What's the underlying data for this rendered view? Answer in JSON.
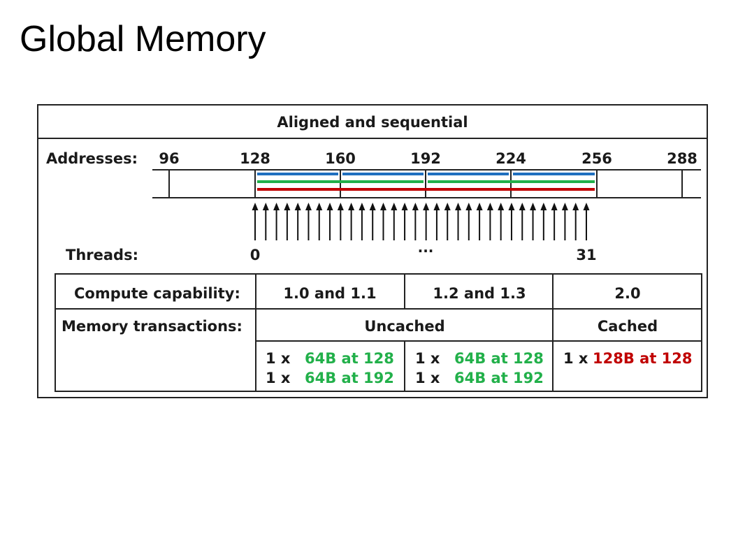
{
  "slide": {
    "title": "Global Memory"
  },
  "diagram": {
    "heading": "Aligned and sequential",
    "addresses_label": "Addresses:",
    "addresses": [
      "96",
      "128",
      "160",
      "192",
      "224",
      "256",
      "288"
    ],
    "threads_label": "Threads:",
    "thread_first": "0",
    "thread_ellipsis": "···",
    "thread_last": "31",
    "thread_count": 32,
    "line_colors": {
      "blue": "#1f6fbf",
      "green": "#22b04a",
      "red": "#c00000"
    },
    "table": {
      "compute_label": "Compute capability:",
      "memory_label": "Memory transactions:",
      "capabilities": [
        "1.0 and 1.1",
        "1.2 and 1.3",
        "2.0"
      ],
      "uncached": "Uncached",
      "cached": "Cached",
      "col1": [
        {
          "count": "1 x",
          "detail": "64B at 128"
        },
        {
          "count": "1 x",
          "detail": "64B at 192"
        }
      ],
      "col2": [
        {
          "count": "1 x",
          "detail": "64B at 128"
        },
        {
          "count": "1 x",
          "detail": "64B at 192"
        }
      ],
      "col3": [
        {
          "count": "1 x",
          "detail": "128B at 128"
        }
      ]
    }
  }
}
